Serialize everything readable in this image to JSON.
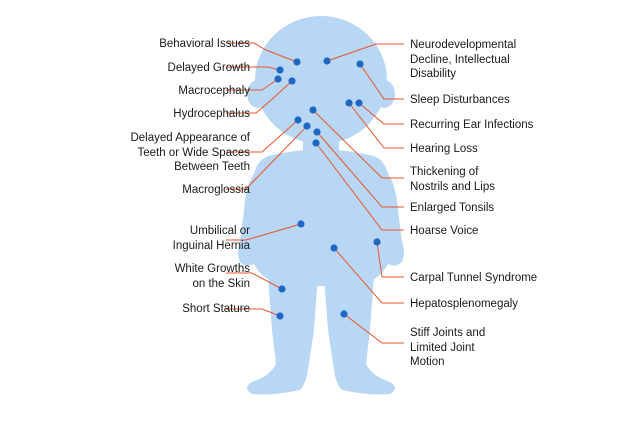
{
  "colors": {
    "body": "#b7d7f4",
    "dot": "#1f67c4",
    "leader": "#e8552a",
    "text": "#1a1a1a"
  },
  "left_labels": [
    {
      "id": "behavioral",
      "lines": [
        "Behavioral Issues"
      ]
    },
    {
      "id": "growth",
      "lines": [
        "Delayed Growth"
      ]
    },
    {
      "id": "macrocephaly",
      "lines": [
        "Macrocephaly"
      ]
    },
    {
      "id": "hydrocephalus",
      "lines": [
        "Hydrocephalus"
      ]
    },
    {
      "id": "teeth",
      "lines": [
        "Delayed Appearance of",
        "Teeth or Wide Spaces",
        "Between Teeth"
      ]
    },
    {
      "id": "macroglossia",
      "lines": [
        "Macroglossia"
      ]
    },
    {
      "id": "hernia",
      "lines": [
        "Umbilical or",
        "Inguinal Hernia"
      ]
    },
    {
      "id": "skin",
      "lines": [
        "White Growths",
        "on the Skin"
      ]
    },
    {
      "id": "stature",
      "lines": [
        "Short Stature"
      ]
    }
  ],
  "right_labels": [
    {
      "id": "neuro",
      "lines": [
        "Neurodevelopmental",
        "Decline, Intellectual",
        "Disability"
      ]
    },
    {
      "id": "sleep",
      "lines": [
        "Sleep Disturbances"
      ]
    },
    {
      "id": "ear",
      "lines": [
        "Recurring Ear Infections"
      ]
    },
    {
      "id": "hearing",
      "lines": [
        "Hearing Loss"
      ]
    },
    {
      "id": "nostrils",
      "lines": [
        "Thickening of",
        "Nostrils and Lips"
      ]
    },
    {
      "id": "tonsils",
      "lines": [
        "Enlarged Tonsils"
      ]
    },
    {
      "id": "voice",
      "lines": [
        "Hoarse Voice"
      ]
    },
    {
      "id": "carpal",
      "lines": [
        "Carpal Tunnel Syndrome"
      ]
    },
    {
      "id": "hepato",
      "lines": [
        "Hepatosplenomegaly"
      ]
    },
    {
      "id": "joints",
      "lines": [
        "Stiff Joints and",
        "Limited Joint",
        "Motion"
      ]
    }
  ]
}
